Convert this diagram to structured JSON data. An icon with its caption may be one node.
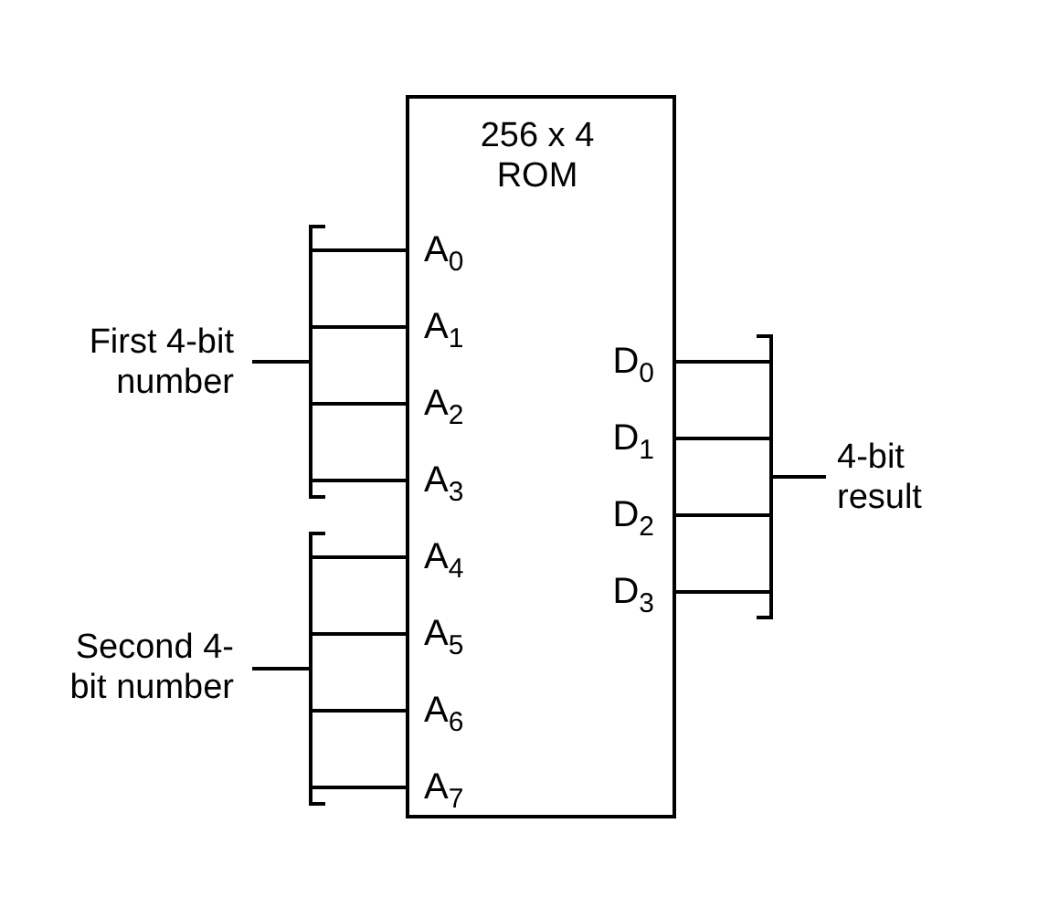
{
  "diagram": {
    "nodes": [
      {
        "text": [
          "256 x 4 ROM"
        ]
      },
      {
        "text": [
          "First 4-bit number"
        ]
      },
      {
        "text": [
          "Second 4-bit number"
        ]
      },
      {
        "text": [
          "4-bit result"
        ]
      }
    ],
    "edges": [
      {
        "from": 1,
        "to": 0,
        "arrow": "none"
      },
      {
        "from": 2,
        "to": 0,
        "arrow": "none"
      },
      {
        "from": 0,
        "to": 3,
        "arrow": "none"
      }
    ],
    "labels": [
      "A$_{0}$",
      "A$_{1}$",
      "A$_{2}$",
      "A$_{3}$",
      "A$_{4}$",
      "A$_{5}$",
      "A$_{6}$",
      "A$_{7}$",
      "D$_{0}$",
      "D$_{1}$",
      "D$_{2}$",
      "D$_{3}$"
    ]
  }
}
